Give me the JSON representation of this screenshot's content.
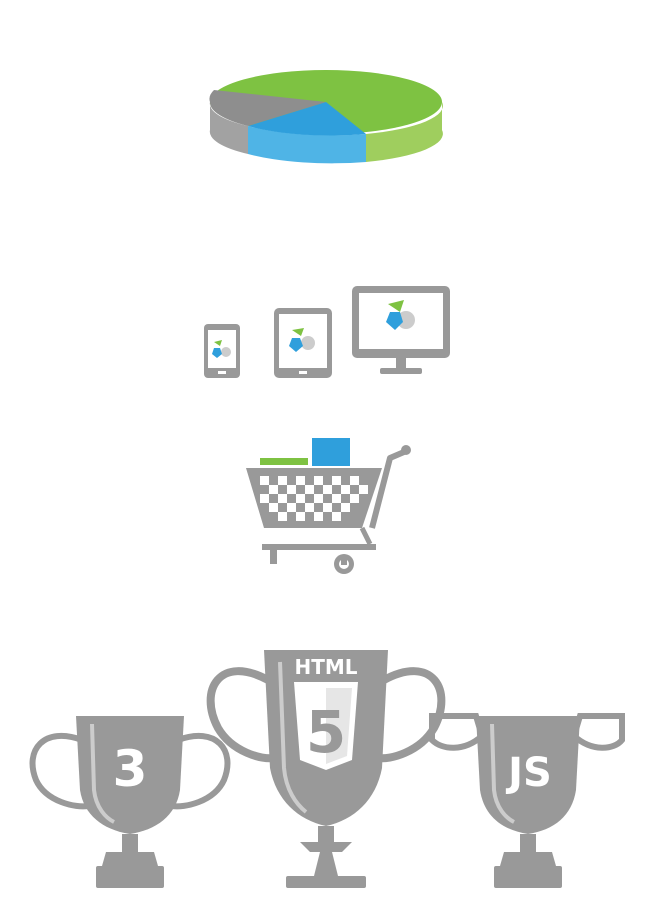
{
  "colors": {
    "green": "#7ec242",
    "green_side": "#9fce5e",
    "blue": "#2f9fdc",
    "blue_side": "#4fb4e6",
    "gray": "#8e8e8e",
    "gray_side": "#a2a2a2",
    "icon_gray": "#999999",
    "light_gray": "#cccccc"
  },
  "icons": {
    "pie": "pie-chart-3d-icon",
    "devices": [
      "smartphone-icon",
      "tablet-icon",
      "desktop-monitor-icon"
    ],
    "cart": "shopping-cart-icon",
    "trophies": [
      "css3-trophy-icon",
      "html5-trophy-icon",
      "javascript-trophy-icon"
    ]
  },
  "trophies": {
    "html_label": "HTML",
    "html_numeral": "5",
    "css_numeral": "3",
    "js_label": "JS"
  }
}
